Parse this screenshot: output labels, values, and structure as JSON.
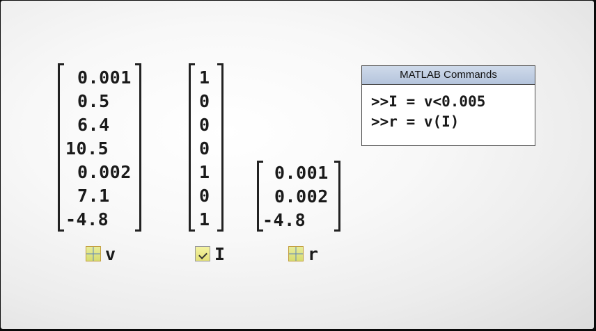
{
  "matrices": {
    "v": [
      "0.001",
      "0.5",
      "6.4",
      "10.5",
      "0.002",
      "7.1",
      "-4.8"
    ],
    "I": [
      "1",
      "0",
      "0",
      "0",
      "1",
      "0",
      "1"
    ],
    "r": [
      "0.001",
      "0.002",
      "-4.8"
    ]
  },
  "labels": {
    "v": "v",
    "I": "I",
    "r": "r"
  },
  "panel": {
    "title": "MATLAB Commands",
    "commands": [
      ">>I = v<0.005",
      ">>r = v(I)"
    ]
  },
  "icons": {
    "v": "matrix-grid-icon",
    "I": "logical-check-icon",
    "r": "matrix-grid-icon"
  }
}
